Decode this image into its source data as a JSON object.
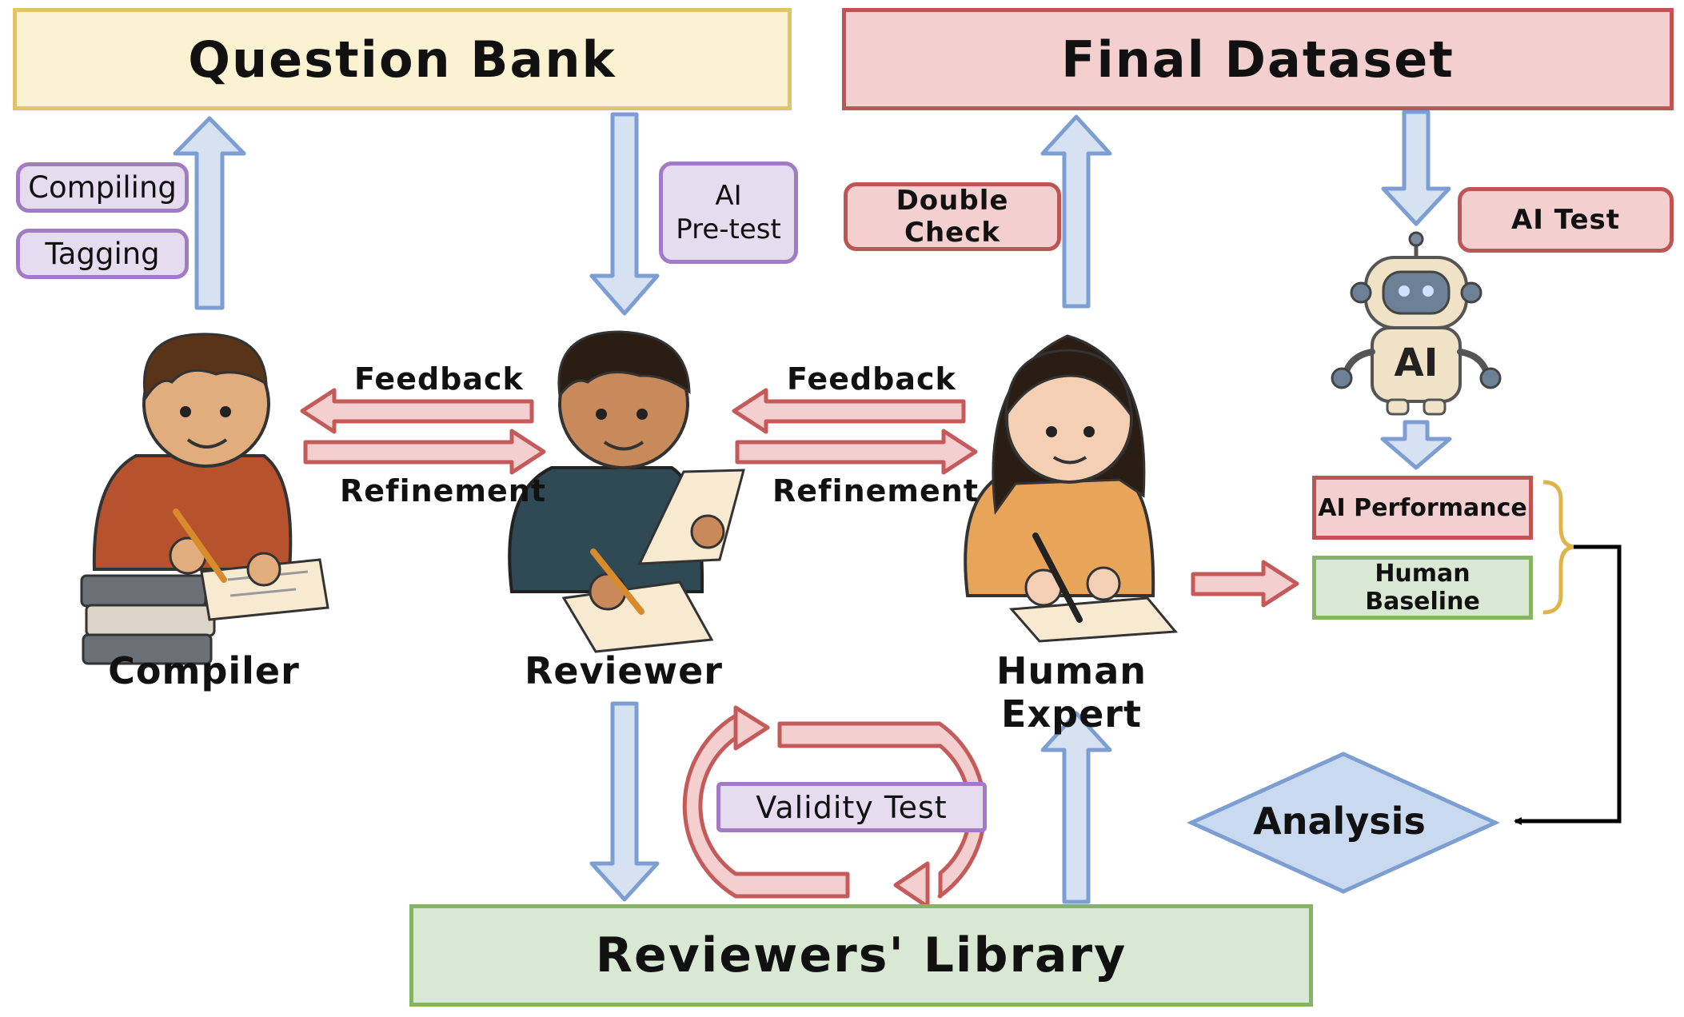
{
  "boxes": {
    "question_bank": "Question Bank",
    "final_dataset": "Final Dataset",
    "reviewers_library": "Reviewers' Library"
  },
  "tags": {
    "compiling": "Compiling",
    "tagging": "Tagging",
    "ai_pretest_line1": "AI",
    "ai_pretest_line2": "Pre-test",
    "double_check": "Double Check",
    "ai_test": "AI Test",
    "validity_test": "Validity Test",
    "ai_performance": "AI Performance",
    "human_baseline": "Human Baseline"
  },
  "flows": {
    "feedback_left": "Feedback",
    "refinement_left": "Refinement",
    "feedback_right": "Feedback",
    "refinement_right": "Refinement"
  },
  "people": {
    "compiler": "Compiler",
    "reviewer": "Reviewer",
    "human_expert": "Human Expert"
  },
  "robot": {
    "label": "AI"
  },
  "analysis": "Analysis",
  "colors": {
    "blue_arrow_fill": "#d6e1f2",
    "blue_arrow_stroke": "#7d9ed3",
    "red_arrow_fill": "#f3cfcf",
    "red_arrow_stroke": "#c55a5a",
    "purple": "#a27cc3",
    "yellow": "#dfc36d",
    "green": "#86b465"
  }
}
